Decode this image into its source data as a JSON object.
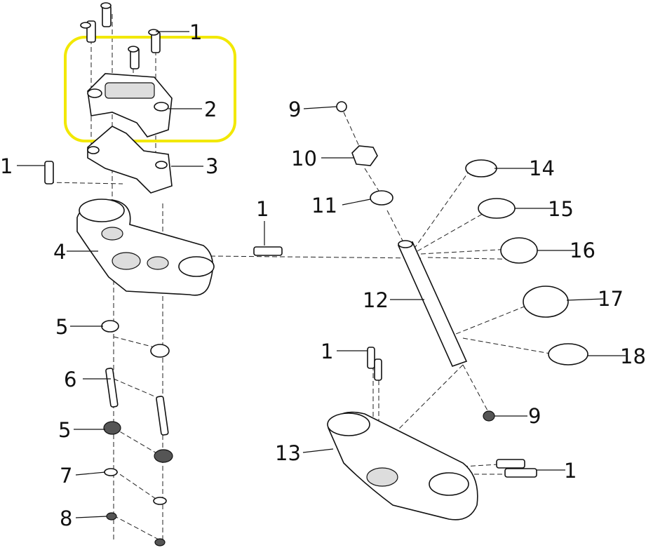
{
  "diagram": {
    "title": "Steering stem / triple clamp exploded view",
    "highlight_color": "#f2e800",
    "callouts": {
      "c1a": "1",
      "c2": "2",
      "c3": "3",
      "c1b": "1",
      "c4": "4",
      "c1c": "1",
      "c5a": "5",
      "c6": "6",
      "c5b": "5",
      "c7": "7",
      "c8": "8",
      "c9a": "9",
      "c10": "10",
      "c11": "11",
      "c12": "12",
      "c13": "13",
      "c14": "14",
      "c15": "15",
      "c16": "16",
      "c17": "17",
      "c18": "18",
      "c9b": "9",
      "c1d": "1",
      "c1e": "1"
    }
  }
}
